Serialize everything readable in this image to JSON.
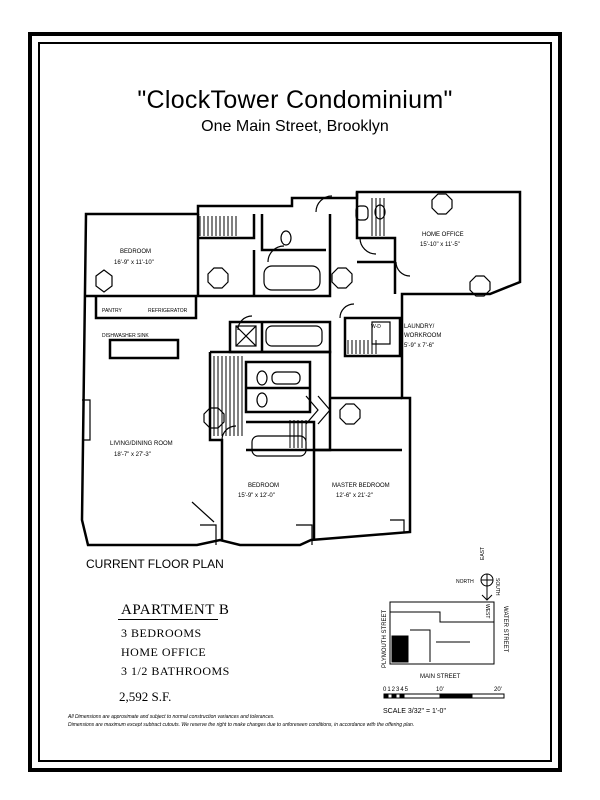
{
  "header": {
    "title": "\"ClockTower Condominium\"",
    "subtitle": "One Main Street, Brooklyn"
  },
  "rooms": {
    "bedroom1": {
      "name": "BEDROOM",
      "dims": "16'-9\" x 11'-10\""
    },
    "home_office": {
      "name": "HOME OFFICE",
      "dims": "15'-10\" x 11'-5\""
    },
    "pantry": "PANTRY",
    "refrigerator": "REFRIGERATOR",
    "dishwasher_sink": "DISHWASHER  SINK",
    "laundry": {
      "name_1": "LAUNDRY/",
      "name_2": "WORKROOM",
      "dims": "5'-9\" x 7'-6\""
    },
    "wd": "W-D",
    "living": {
      "name": "LIVING/DINING ROOM",
      "dims": "18'-7\" x 27'-3\""
    },
    "bedroom2": {
      "name": "BEDROOM",
      "dims": "15'-9\" x 12'-0\""
    },
    "master": {
      "name": "MASTER BEDROOM",
      "dims": "12'-6\" x 21'-2\""
    }
  },
  "caption": "CURRENT FLOOR PLAN",
  "apartment": {
    "name": "APARTMENT B",
    "bedrooms": "3 BEDROOMS",
    "office": "HOME OFFICE",
    "bathrooms": "3 1/2 BATHROOMS",
    "area": "2,592 S.F."
  },
  "disclaimer": {
    "line1": "All Dimensions are approximate and subject to normal construction variances and tolerances.",
    "line2": "Dimensions are maximum except subtract cutouts.  We reserve the right to make changes due to unforeseen conditions, in accordance with the offering plan."
  },
  "compass": {
    "north": "NORTH",
    "east": "EAST",
    "south": "SOUTH",
    "west": "WEST"
  },
  "site": {
    "plymouth": "PLYMOUTH STREET",
    "water": "WATER STREET",
    "main": "MAIN STREET"
  },
  "scale": {
    "ticks": "012345",
    "ten": "10'",
    "twenty": "20'",
    "label": "SCALE 3/32\" = 1'-0\""
  }
}
